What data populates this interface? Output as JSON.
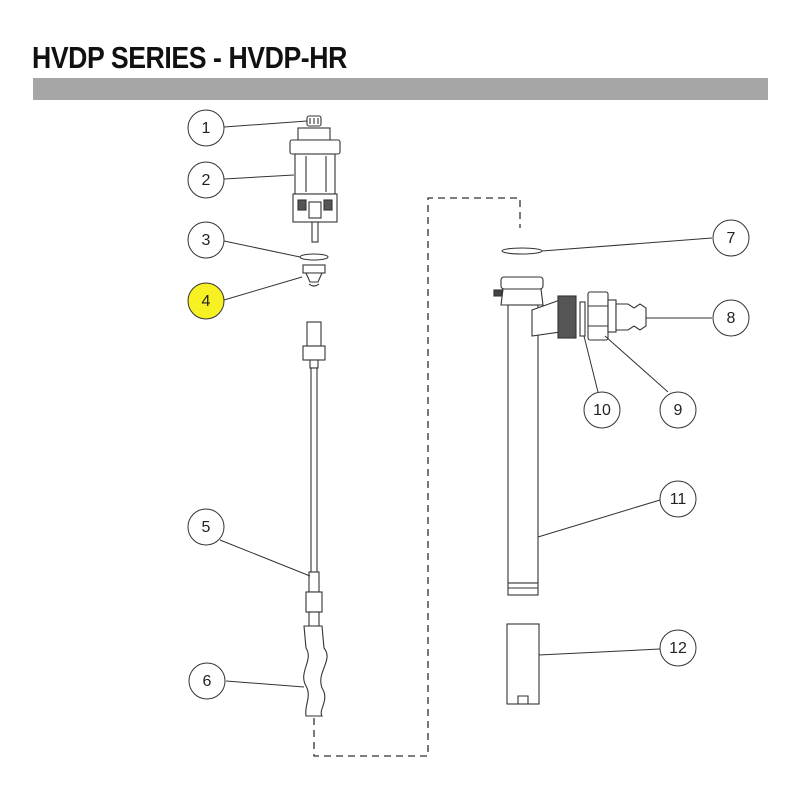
{
  "header": {
    "title": "HVDP SERIES - HVDP-HR"
  },
  "colors": {
    "bar": "#a6a6a6",
    "highlight": "#f7f123",
    "ink": "#222222"
  },
  "callouts": [
    {
      "id": "1",
      "label": "1",
      "highlighted": false
    },
    {
      "id": "2",
      "label": "2",
      "highlighted": false
    },
    {
      "id": "3",
      "label": "3",
      "highlighted": false
    },
    {
      "id": "4",
      "label": "4",
      "highlighted": true
    },
    {
      "id": "5",
      "label": "5",
      "highlighted": false
    },
    {
      "id": "6",
      "label": "6",
      "highlighted": false
    },
    {
      "id": "7",
      "label": "7",
      "highlighted": false
    },
    {
      "id": "8",
      "label": "8",
      "highlighted": false
    },
    {
      "id": "9",
      "label": "9",
      "highlighted": false
    },
    {
      "id": "10",
      "label": "10",
      "highlighted": false
    },
    {
      "id": "11",
      "label": "11",
      "highlighted": false
    },
    {
      "id": "12",
      "label": "12",
      "highlighted": false
    }
  ]
}
